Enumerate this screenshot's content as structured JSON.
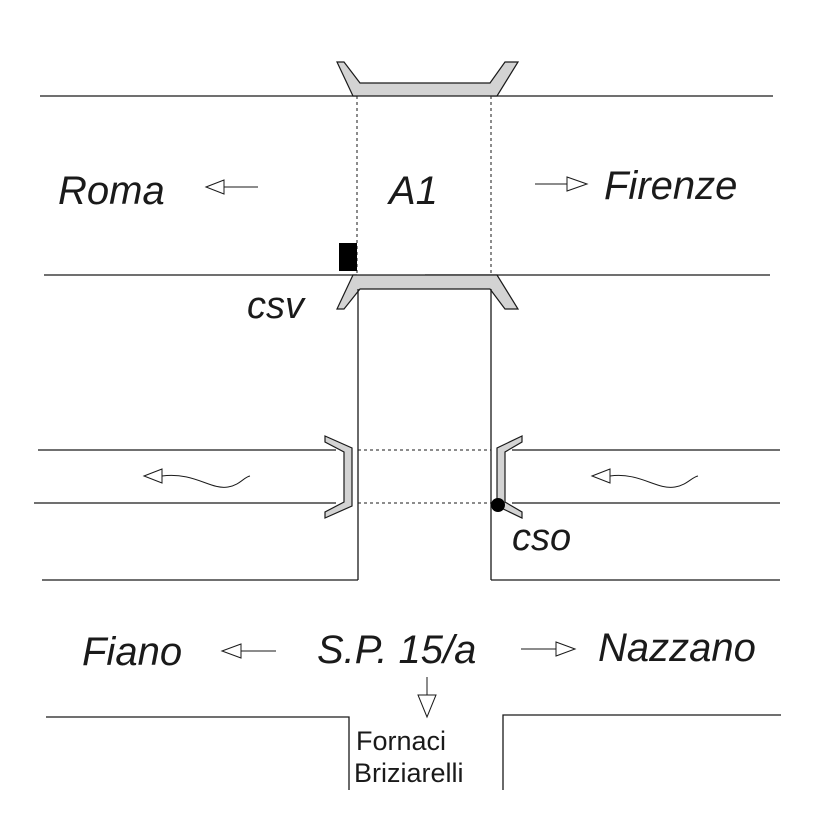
{
  "labels": {
    "roma": "Roma",
    "a1": "A1",
    "firenze": "Firenze",
    "csv": "csv",
    "cso": "cso",
    "fiano": "Fiano",
    "sp": "S.P. 15/a",
    "nazzano": "Nazzano",
    "fornaci_line1": "Fornaci",
    "fornaci_line2": "Briziarelli"
  },
  "colors": {
    "line": "#1a1a1a",
    "barrier_fill": "#d3d3d3",
    "marker": "#000000"
  }
}
